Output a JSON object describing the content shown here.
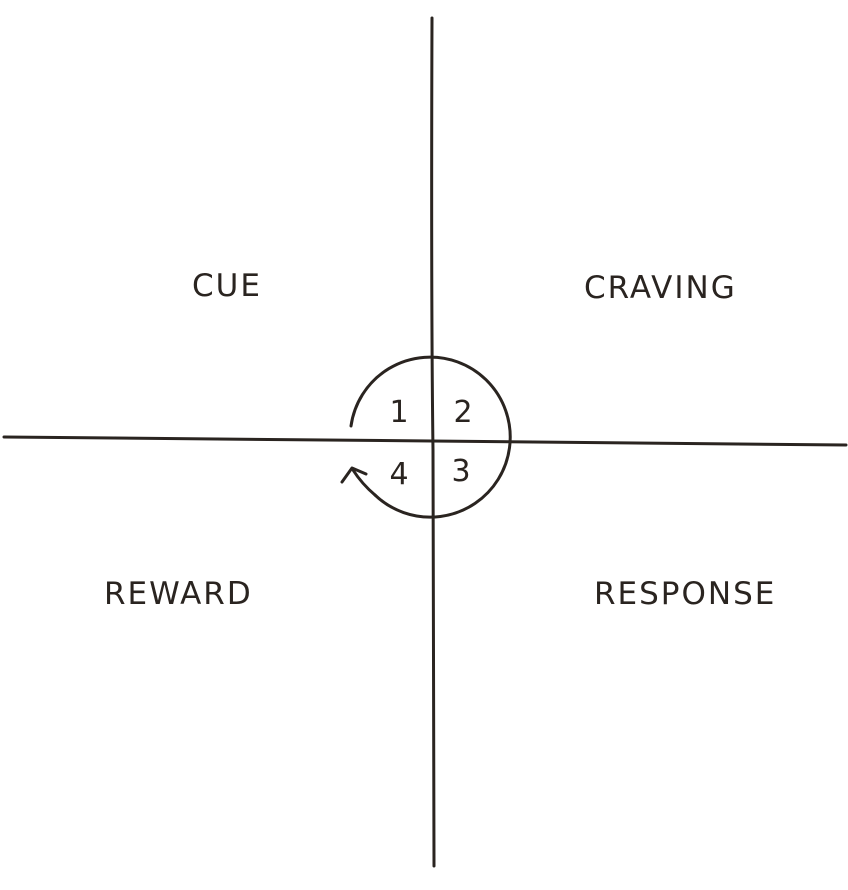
{
  "quadrants": {
    "top_left": "CUE",
    "top_right": "CRAVING",
    "bottom_right": "RESPONSE",
    "bottom_left": "REWARD"
  },
  "cycle_steps": [
    "1",
    "2",
    "3",
    "4"
  ],
  "ink_color": "#2a2420",
  "icons": {
    "cycle_arrow": "counterclockwise-arrow-icon"
  }
}
